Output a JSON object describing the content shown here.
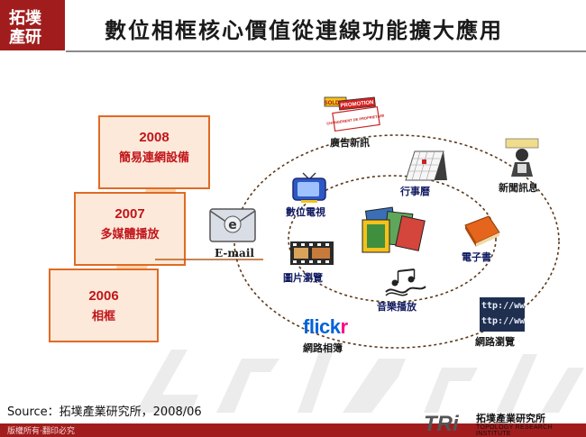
{
  "logo": {
    "line1": "拓墣",
    "line2": "產研"
  },
  "title": "數位相框核心價值從連線功能擴大應用",
  "stages": [
    {
      "year": "2008",
      "label": "簡易連網設備"
    },
    {
      "year": "2007",
      "label": "多媒體播放"
    },
    {
      "year": "2006",
      "label": "相框"
    }
  ],
  "email_label": "E-mail",
  "email_icon_letter": "e",
  "nodes": {
    "ads": "廣告新訊",
    "calendar": "行事曆",
    "news": "新聞訊息",
    "digital_tv": "數位電視",
    "ebook": "電子書",
    "photo_browse": "圖片瀏覽",
    "music": "音樂播放",
    "web_album": "網路相簿",
    "web_browse": "網路瀏覽"
  },
  "ads_sign": {
    "top": "SOLDES",
    "mid": "PROMOTION",
    "bottom": "CHANGEMENT DE PROPRIETAIRE"
  },
  "flickr": {
    "part1": "flick",
    "part2": "r"
  },
  "browser_text": [
    "ttp://ww",
    "ttp://ww"
  ],
  "source": "Source：拓墣產業研究所，2008/06",
  "footer": "版權所有‧翻印必究",
  "tri": {
    "mark": "TRi",
    "name": "拓墣產業研究所",
    "sub": "TOPOLOGY RESEARCH INSTITUTE"
  }
}
